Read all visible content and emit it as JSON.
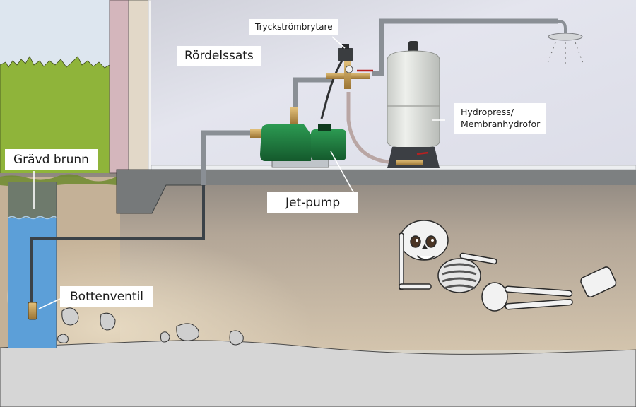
{
  "diagram": {
    "title": "Jet-pump installation with dug well",
    "labels": {
      "tryckstrombrytare": "Tryckströmbrytare",
      "rordelssats": "Rördelssats",
      "hydropress_line1": "Hydropress/",
      "hydropress_line2": "Membranhydrofor",
      "jet_pump": "Jet-pump",
      "gravd_brunn": "Grävd brunn",
      "bottenventil": "Bottenventil"
    },
    "colors": {
      "sky": "#dde6ef",
      "grass": "#8fb43a",
      "house_wall_pink": "#d4b6bc",
      "house_wall_beige": "#e2d8c8",
      "interior": "#dcdde6",
      "concrete": "#76797a",
      "soil": "#c9b79e",
      "well_water": "#5c9fd8",
      "well_upper": "#6e7a6c",
      "bedrock": "#d6d6d6",
      "pump_green": "#1f7a3e",
      "tank": "#e6e8e4",
      "pipe": "#8a8f95",
      "ground_pipe": "#3b4248"
    },
    "components": [
      "shower-head",
      "pressure-switch",
      "pipe-fitting-set",
      "pressure-tank",
      "jet-pump",
      "dug-well",
      "foot-valve",
      "skeleton"
    ]
  }
}
